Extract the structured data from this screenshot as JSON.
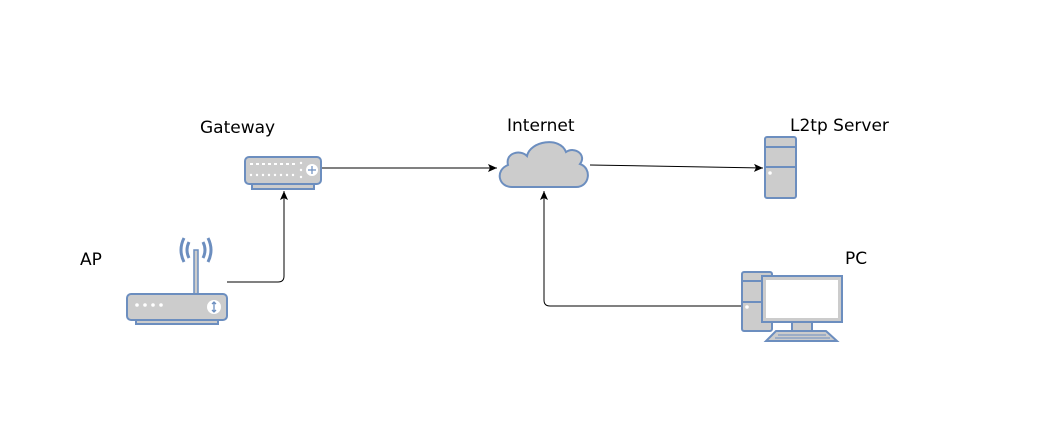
{
  "nodes": {
    "gateway": {
      "label": "Gateway"
    },
    "internet": {
      "label": "Internet"
    },
    "l2tp_server": {
      "label": "L2tp Server"
    },
    "ap": {
      "label": "AP"
    },
    "pc": {
      "label": "PC"
    }
  },
  "edges": [
    {
      "from": "AP",
      "to": "Gateway"
    },
    {
      "from": "Gateway",
      "to": "Internet"
    },
    {
      "from": "Internet",
      "to": "L2tp Server"
    },
    {
      "from": "PC",
      "to": "Internet"
    }
  ],
  "colors": {
    "device_fill": "#cccccc",
    "device_stroke": "#6c8ebf",
    "edge": "#000000"
  }
}
